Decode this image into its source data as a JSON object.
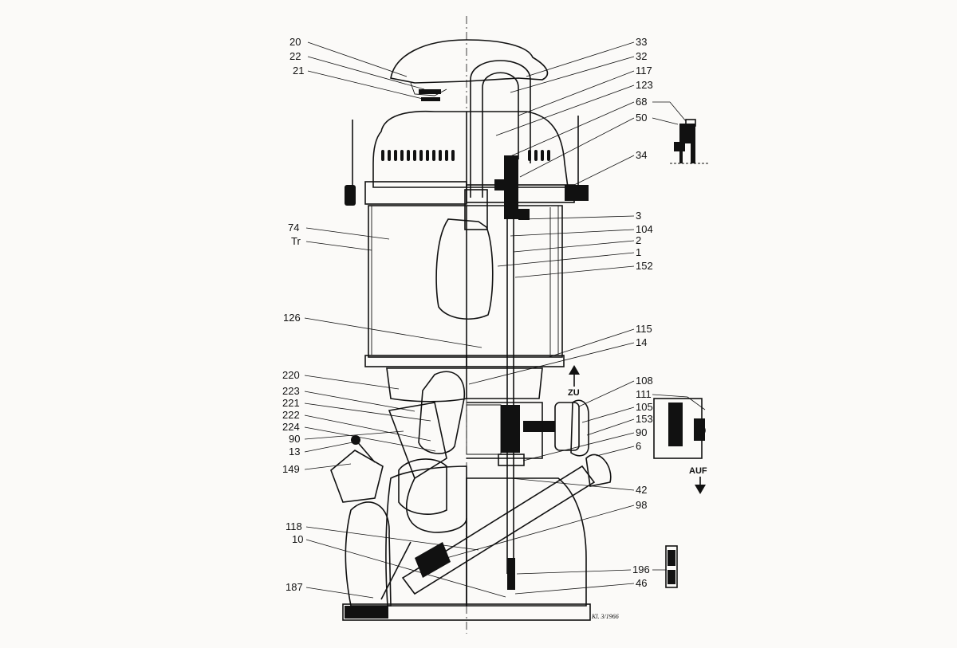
{
  "diagram": {
    "left_labels": [
      "20",
      "22",
      "21",
      "74",
      "Tr",
      "126",
      "220",
      "223",
      "221",
      "222",
      "224",
      "90",
      "13",
      "149",
      "118",
      "10",
      "187"
    ],
    "right_labels": [
      "33",
      "32",
      "117",
      "123",
      "68",
      "50",
      "34",
      "3",
      "104",
      "2",
      "1",
      "152",
      "115",
      "14",
      "108",
      "111",
      "105",
      "153",
      "90",
      "6",
      "42",
      "98",
      "196",
      "46"
    ],
    "annotations": {
      "zu": "ZU",
      "auf": "AUF"
    },
    "signature": "Kl. 3/1966"
  }
}
